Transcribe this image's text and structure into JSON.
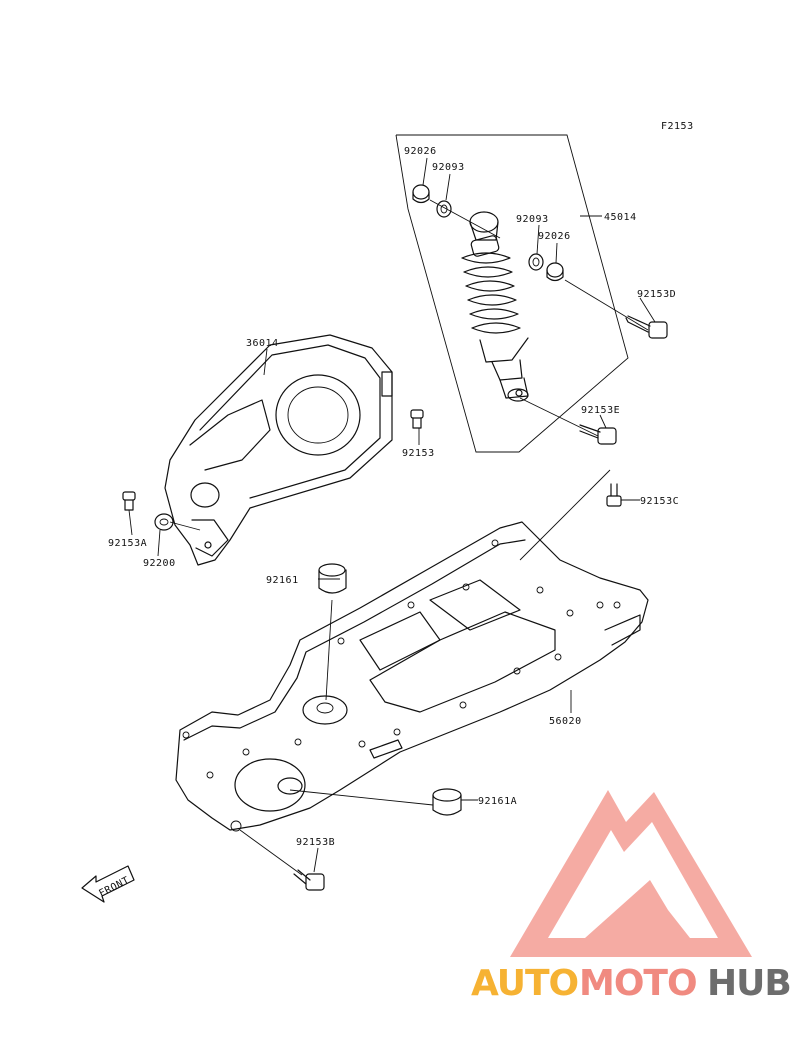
{
  "figure_code": "F2153",
  "parts": {
    "p45014": "45014",
    "p92026_top": "92026",
    "p92093_top": "92093",
    "p92093_mid": "92093",
    "p92026_mid": "92026",
    "p92153D": "92153D",
    "p92153E": "92153E",
    "p36014": "36014",
    "p92153": "92153",
    "p92153A": "92153A",
    "p92200": "92200",
    "p92153C": "92153C",
    "p92161": "92161",
    "p56020": "56020",
    "p92161A": "92161A",
    "p92153B": "92153B"
  },
  "front_arrow_label": "FRONT",
  "watermark": {
    "part1": "AUTO",
    "part2": "MOTO",
    "part3": "HUB",
    "color_auto": "#f6b233",
    "color_moto": "#f08a80",
    "color_hub": "#6d6d6d",
    "logo_color": "#f5a29a"
  }
}
